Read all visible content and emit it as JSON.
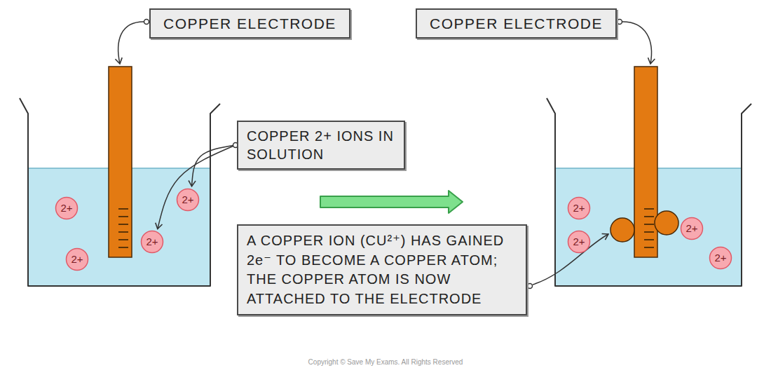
{
  "diagram": {
    "nodes": [
      {
        "text": [
          "COPPER ELECTRODE"
        ]
      },
      {
        "text": [
          "COPPER ELECTRODE"
        ]
      },
      {
        "text": [
          "COPPER 2+ IONS IN SOLUTION"
        ]
      },
      {
        "text": [
          "2+"
        ]
      },
      {
        "text": [
          "2+"
        ]
      },
      {
        "text": [
          "2+"
        ]
      },
      {
        "text": [
          "2+"
        ]
      },
      {
        "text": [
          "2+"
        ]
      },
      {
        "text": [
          "2+"
        ]
      },
      {
        "text": [
          "2+"
        ]
      },
      {
        "text": [
          "2+"
        ]
      },
      {
        "text": [
          "A COPPER ION (CU²⁺) HAS GAINED 2e⁻ TO BECOME A COPPER ATOM; THE COPPER ATOM IS NOW ATTACHED TO THE ELECTRODE"
        ]
      }
    ],
    "edges": [
      {
        "from": 2,
        "to": 4,
        "arrow": "to"
      },
      {
        "from": 2,
        "to": 5,
        "arrow": "to"
      }
    ],
    "labels": [
      "Copyright © Save My Exams. All Rights Reserved"
    ]
  }
}
